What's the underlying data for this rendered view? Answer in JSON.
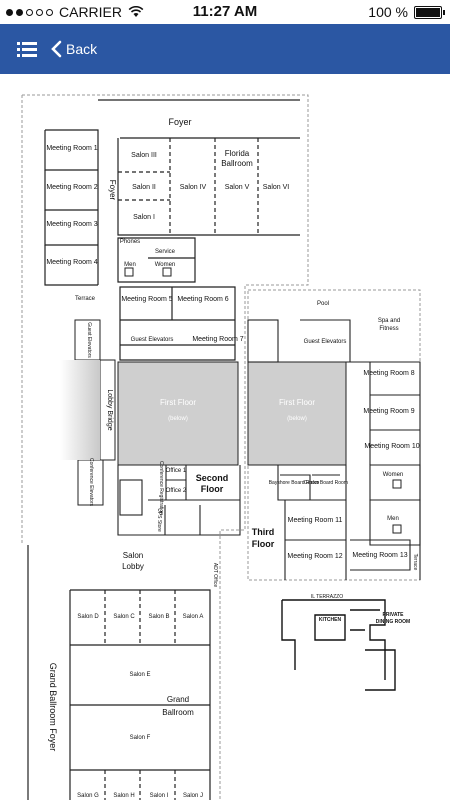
{
  "status": {
    "carrier": "CARRIER",
    "time": "11:27 AM",
    "battery": "100 %"
  },
  "nav": {
    "back_label": "Back",
    "bar_color": "#2b57a3",
    "icons": [
      "list-icon",
      "chevron-left-icon"
    ]
  },
  "map": {
    "labels": {
      "foyer": "Foyer",
      "florida_ballroom_1": "Florida",
      "florida_ballroom_2": "Ballroom",
      "salon_iii": "Salon III",
      "salon_ii": "Salon II",
      "salon_i": "Salon I",
      "salon_iv": "Salon IV",
      "salon_v": "Salon V",
      "salon_vi": "Salon VI",
      "foyer_side": "Foyer",
      "meeting_1": "Meeting Room 1",
      "meeting_2": "Meeting Room 2",
      "meeting_3": "Meeting Room 3",
      "meeting_4": "Meeting Room 4",
      "phones": "Phones",
      "service": "Service",
      "men": "Men",
      "women": "Women",
      "terrace": "Terrace",
      "meeting_5": "Meeting Room 5",
      "meeting_6": "Meeting Room 6",
      "meeting_7": "Meeting Room 7",
      "guest_elevators": "Guest Elevators",
      "first_floor_below": "First Floor",
      "below": "(below)",
      "lobby_bridge": "Lobby Bridge",
      "guest_elevators_side": "Guest Elevators",
      "conference_elevators": "Conference Elevators",
      "office_1": "Office 1",
      "office_2": "Office 2",
      "second_floor_1": "Second",
      "second_floor_2": "Floor",
      "pool": "Pool",
      "spa_fitness_1": "Spa and",
      "spa_fitness_2": "Fitness",
      "guest_elevators_right": "Guest Elevators",
      "meeting_8": "Meeting Room 8",
      "meeting_9": "Meeting Room 9",
      "meeting_10": "Meeting Room 10",
      "women_right": "Women",
      "men_right": "Men",
      "bayshore": "Bayshore Board Room",
      "gecko": "Gecko Board Room",
      "meeting_11": "Meeting Room 11",
      "meeting_12": "Meeting Room 12",
      "meeting_13": "Meeting Room 13",
      "third_floor_1": "Third",
      "third_floor_2": "Floor",
      "terrace_right": "Terrace",
      "salon_lobby_1": "Salon",
      "salon_lobby_2": "Lobby",
      "salon_d": "Salon D",
      "salon_c": "Salon C",
      "salon_b": "Salon B",
      "salon_a": "Salon A",
      "salon_e": "Salon E",
      "grand_ballroom_1": "Grand",
      "grand_ballroom_2": "Ballroom",
      "salon_f": "Salon F",
      "grand_ballroom_foyer": "Grand Ballroom Foyer",
      "salon_g": "Salon G",
      "salon_h": "Salon H",
      "salon_i_lower": "Salon I",
      "salon_j": "Salon J",
      "il_terrazzo": "IL TERRAZZO",
      "kitchen": "KITCHEN",
      "private_dining_1": "PRIVATE",
      "private_dining_2": "DINING ROOM",
      "ups_store": "UPS Store",
      "registration": "Conference Registration",
      "adt_office": "ADT Office"
    }
  }
}
